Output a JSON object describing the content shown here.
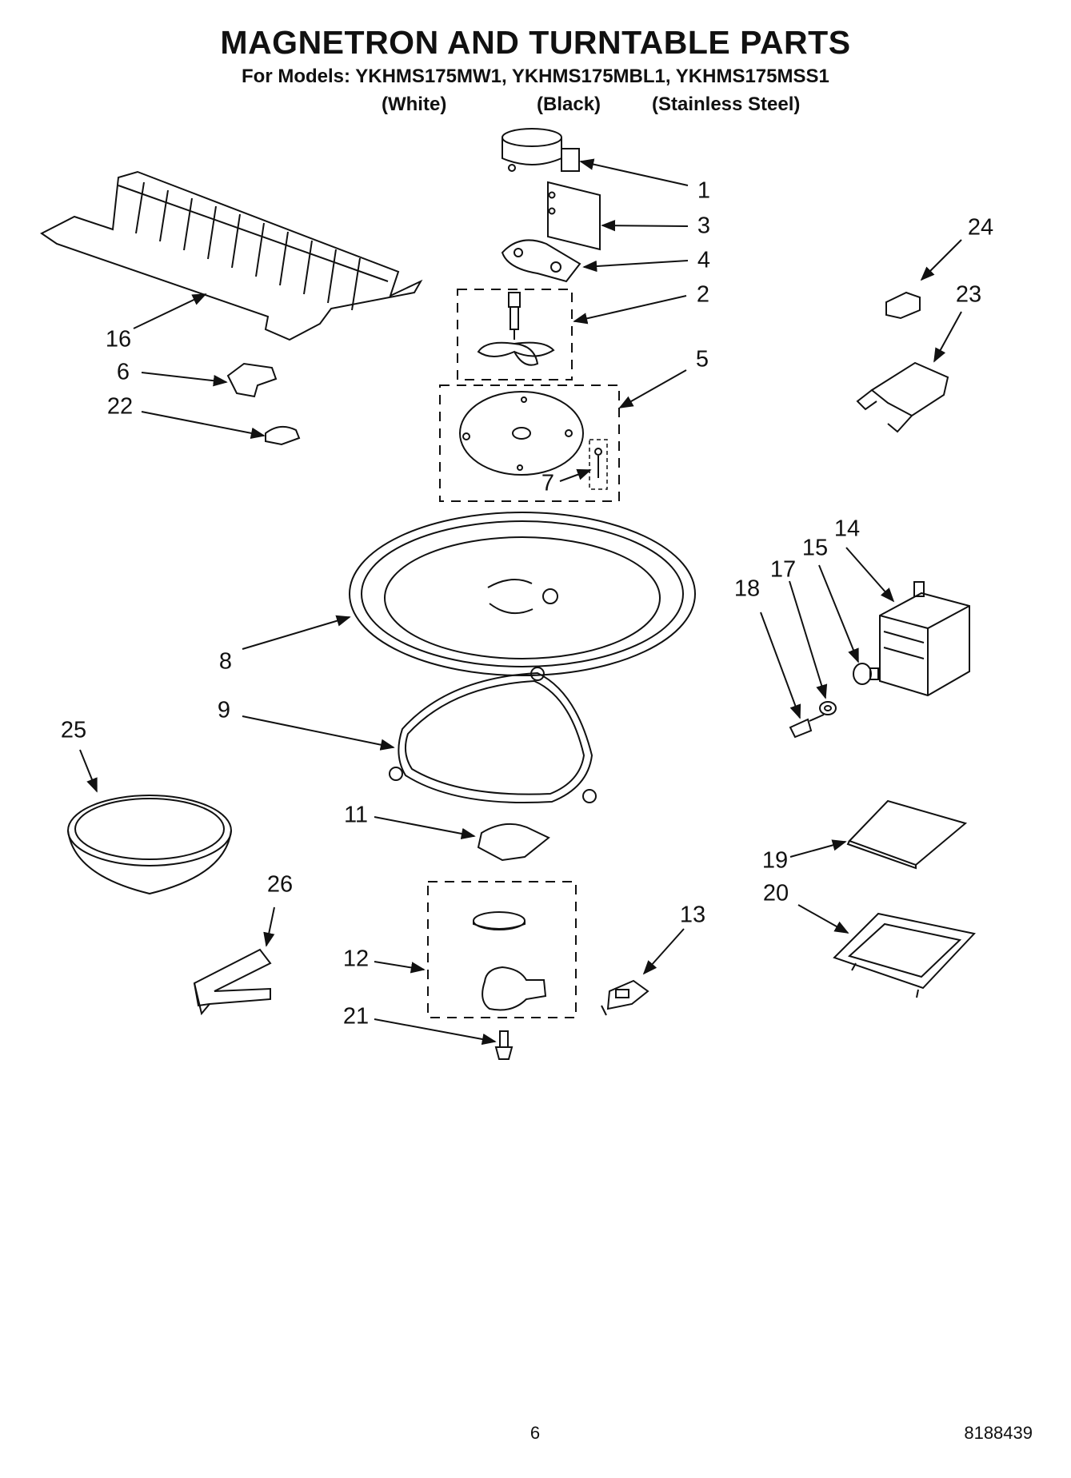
{
  "title": "MAGNETRON AND TURNTABLE PARTS",
  "models_line": "For Models: YKHMS175MW1, YKHMS175MBL1, YKHMS175MSS1",
  "variants": [
    "(White)",
    "(Black)",
    "(Stainless Steel)"
  ],
  "callouts": {
    "p1": "1",
    "p2": "2",
    "p3": "3",
    "p4": "4",
    "p5": "5",
    "p6": "6",
    "p7": "7",
    "p8": "8",
    "p9": "9",
    "p11": "11",
    "p12": "12",
    "p13": "13",
    "p14": "14",
    "p15": "15",
    "p16": "16",
    "p17": "17",
    "p18": "18",
    "p19": "19",
    "p20": "20",
    "p21": "21",
    "p22": "22",
    "p23": "23",
    "p24": "24",
    "p25": "25",
    "p26": "26"
  },
  "footer": {
    "page_number": "6",
    "document_number": "8188439"
  }
}
